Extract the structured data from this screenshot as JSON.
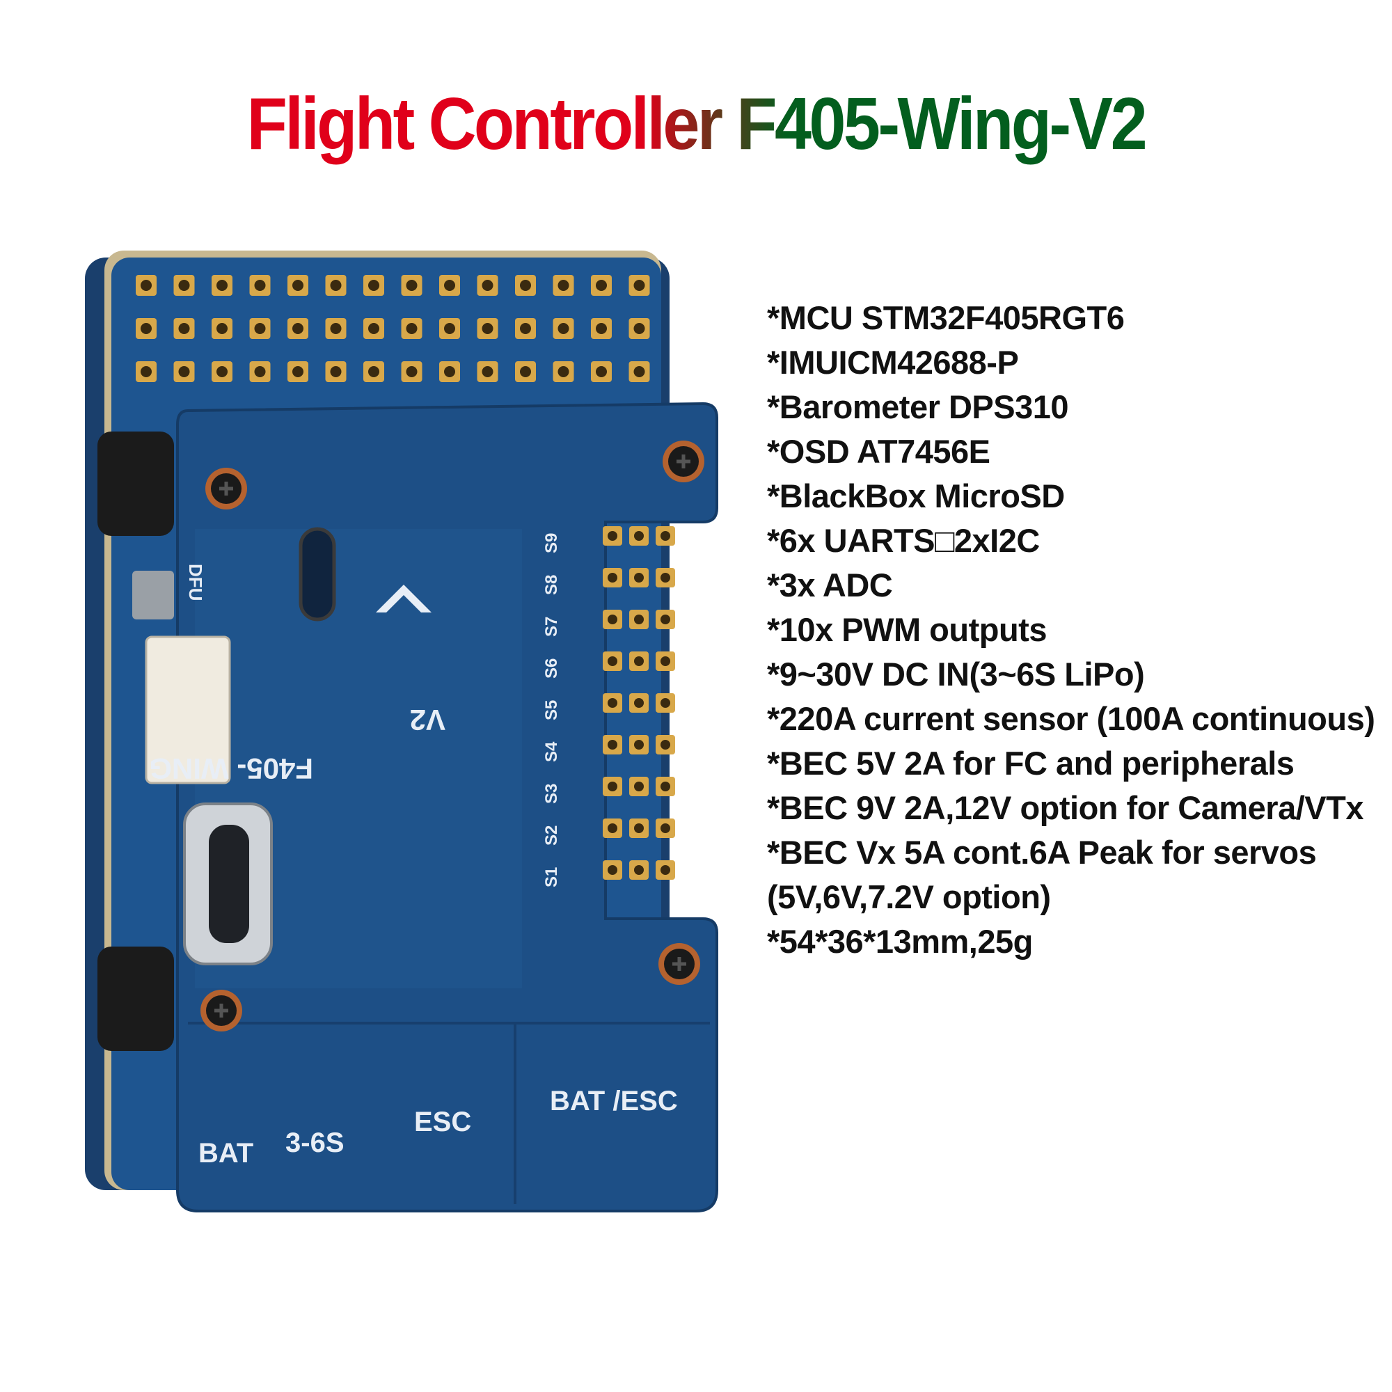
{
  "title": {
    "text": "Flight Controller F405-Wing-V2",
    "colors": {
      "red": "#e0001a",
      "green": "#035e1e"
    }
  },
  "specs": [
    "*MCU STM32F405RGT6",
    "*IMUICM42688-P",
    "*Barometer DPS310",
    "*OSD AT7456E",
    "*BlackBox MicroSD",
    "*6x UARTS□2xI2C",
    "*3x ADC",
    "*10x PWM outputs",
    "*9~30V DC IN(3~6S LiPo)",
    "*220A current sensor (100A continuous)",
    "*BEC 5V 2A for FC and peripherals",
    "*BEC 9V 2A,12V option for Camera/VTx",
    "*BEC Vx 5A cont.6A Peak for servos",
    "(5V,6V,7.2V option)",
    "*54*36*13mm,25g"
  ],
  "board": {
    "model": "F405- WING",
    "version": "V2",
    "dfu": "DFU",
    "bat": "BAT",
    "cells": "3-6S",
    "esc": "ESC",
    "bat_esc": "BAT /ESC",
    "servo_labels": [
      "S9",
      "S8",
      "S7",
      "S6",
      "S5",
      "S4",
      "S3",
      "S2",
      "S1"
    ],
    "pcb_color": "#1d4f86"
  }
}
